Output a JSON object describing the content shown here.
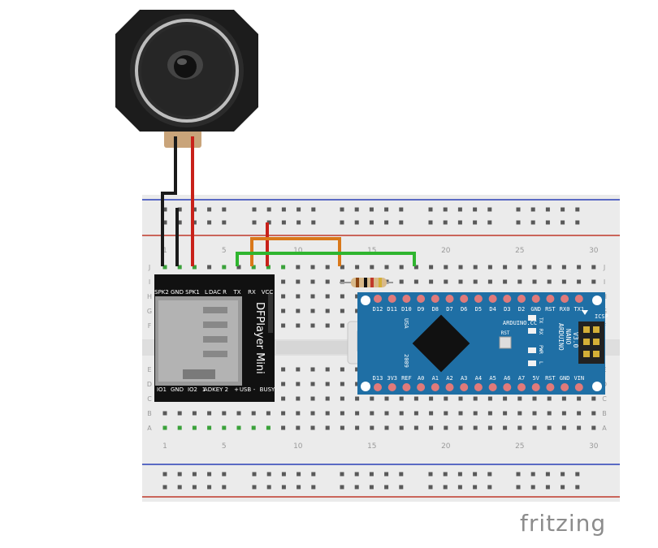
{
  "colors": {
    "board": "#ebebeb",
    "rail_red": "#c0392b",
    "rail_blue": "#2b3fb8",
    "hole": "#595959",
    "hole_active": "#3aa13a",
    "player_bg": "#111111",
    "nano_bg": "#1f6fa5",
    "wire_black": "#1a1a1a",
    "wire_red": "#c8211a",
    "wire_orange": "#d9781a",
    "wire_green": "#2fb52f"
  },
  "breadboard": {
    "col_numbers": [
      "1",
      "5",
      "10",
      "15",
      "20",
      "25",
      "30"
    ],
    "row_letters_top": [
      "J",
      "I",
      "H",
      "G",
      "F"
    ],
    "row_letters_bottom": [
      "E",
      "D",
      "C",
      "B",
      "A"
    ]
  },
  "dfplayer": {
    "name": "DFPlayer Mini",
    "top_pins": [
      "SPK2",
      "GND",
      "SPK1",
      "L",
      "DAC R",
      "TX",
      "RX",
      "VCC"
    ],
    "bottom_pins": [
      "IO1",
      "GND",
      "IO2",
      "1",
      "ADKEY 2",
      "+",
      "USB",
      "-",
      "BUSY"
    ]
  },
  "nano": {
    "usb_label": "USA",
    "year_label": "2009",
    "brand": "ARDUINO.CC",
    "model_lines": [
      "ARDUINO",
      "NANO",
      "V3.0"
    ],
    "icsp_label": "ICSP",
    "rst_label": "RST",
    "led_labels": [
      "TX",
      "RX",
      "PWR",
      "L"
    ],
    "top_pins": [
      "D12",
      "D11",
      "D10",
      "D9",
      "D8",
      "D7",
      "D6",
      "D5",
      "D4",
      "D3",
      "D2",
      "GND",
      "RST",
      "RX0",
      "TX1"
    ],
    "bottom_pins": [
      "D13",
      "3V3",
      "REF",
      "A0",
      "A1",
      "A2",
      "A3",
      "A4",
      "A5",
      "A6",
      "A7",
      "5V",
      "RST",
      "GND",
      "VIN"
    ]
  },
  "watermark": "fritzing"
}
